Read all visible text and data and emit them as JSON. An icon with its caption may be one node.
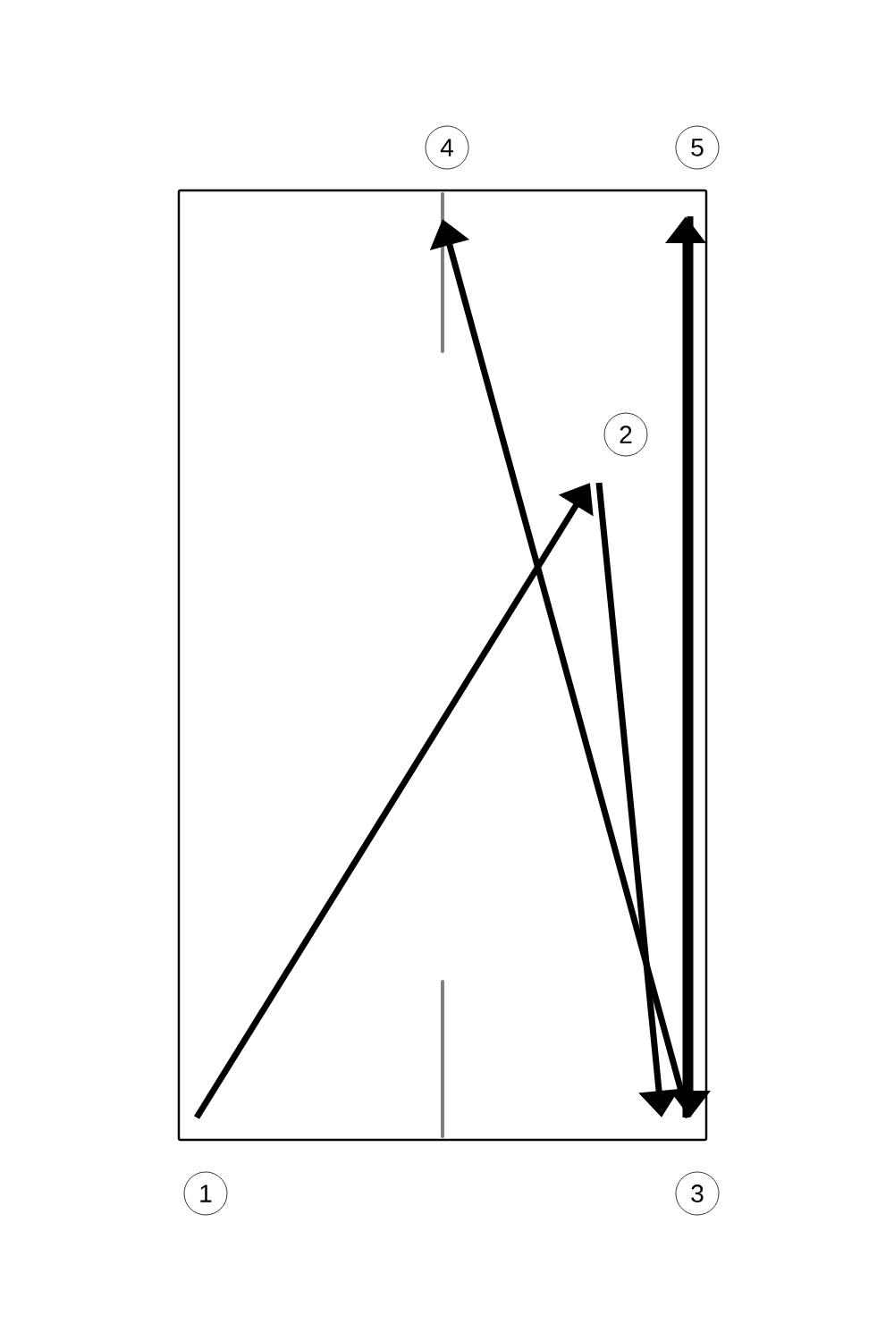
{
  "diagram": {
    "nodes": [
      {
        "text": [
          "1"
        ]
      },
      {
        "text": [
          "2"
        ]
      },
      {
        "text": [
          "3"
        ]
      },
      {
        "text": [
          "4"
        ]
      },
      {
        "text": [
          "5"
        ]
      }
    ],
    "edges": [
      {
        "from": 0,
        "to": 1,
        "arrow": "to"
      },
      {
        "from": 1,
        "to": 2,
        "arrow": "to"
      },
      {
        "from": 2,
        "to": 3,
        "arrow": "to"
      },
      {
        "from": 2,
        "to": 4,
        "arrow": "to"
      },
      {
        "from": 4,
        "to": 2,
        "arrow": "to"
      }
    ]
  }
}
